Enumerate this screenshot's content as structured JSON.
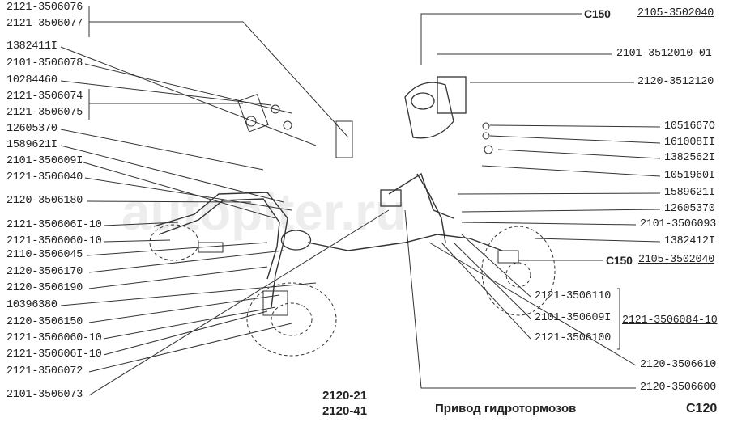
{
  "watermark": "autopiter.ru",
  "left_labels": [
    "2121-3506076",
    "2121-3506077",
    "1382411I",
    "2101-3506078",
    "10284460",
    "2121-3506074",
    "2121-3506075",
    "12605370",
    "1589621I",
    "2101-350609I",
    "2121-3506040",
    "2120-3506180",
    "2121-350606I-10",
    "2121-3506060-10",
    "2110-3506045",
    "2120-3506170",
    "2120-3506190",
    "10396380",
    "2120-3506150",
    "2121-3506060-10",
    "2121-350606I-10",
    "2121-3506072",
    "2101-3506073"
  ],
  "right_labels": {
    "c150_top": "C150",
    "c150_top_ref": "2105-3502040",
    "master_cyl": "2101-3512010-01",
    "bracket": "2120-3512120",
    "r1": "1051667O",
    "r2": "161008II",
    "r3": "1382562I",
    "r4": "1051960I",
    "r5": "1589621I",
    "r6": "12605370",
    "r7": "2101-3506093",
    "r8": "1382412I",
    "c150_mid": "C150",
    "c150_mid_ref": "2105-3502040",
    "g1": "2121-3506110",
    "g2": "2101-350609I",
    "g3": "2121-3506100",
    "group_ref": "2121-3506084-10",
    "r9": "2120-3506610",
    "r10": "2120-3506600"
  },
  "footer": {
    "model1": "2120-21",
    "model2": "2120-41",
    "title": "Привод гидротормозов",
    "code": "C120"
  }
}
